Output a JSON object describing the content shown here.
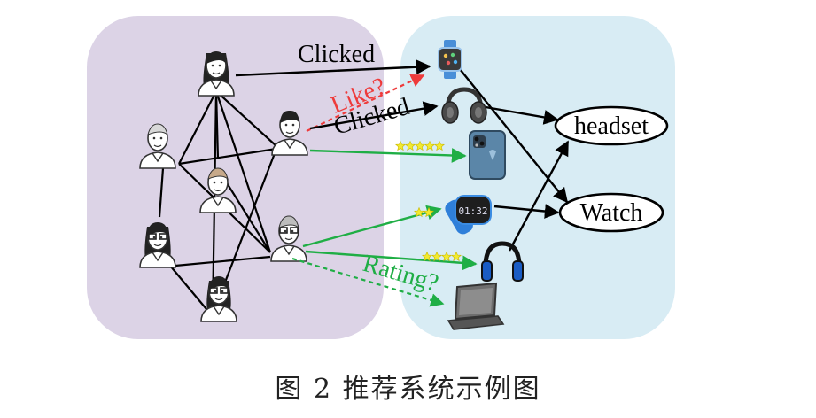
{
  "labels": {
    "clicked_top": "Clicked",
    "like_question": "Like?",
    "clicked_mid": "Clicked",
    "rating_question": "Rating?"
  },
  "categories": {
    "headset": "headset",
    "watch": "Watch"
  },
  "caption": "图 2    推荐系统示例图",
  "colors": {
    "users_panel": "#dcd3e6",
    "items_panel": "#d8ecf4",
    "edge": "#000000",
    "like": "#ee3b3b",
    "rating": "#1fae45",
    "stars": "#f2ea2e"
  },
  "ratings": {
    "phone": 5,
    "smartwatch": 2,
    "headphones": 4
  }
}
